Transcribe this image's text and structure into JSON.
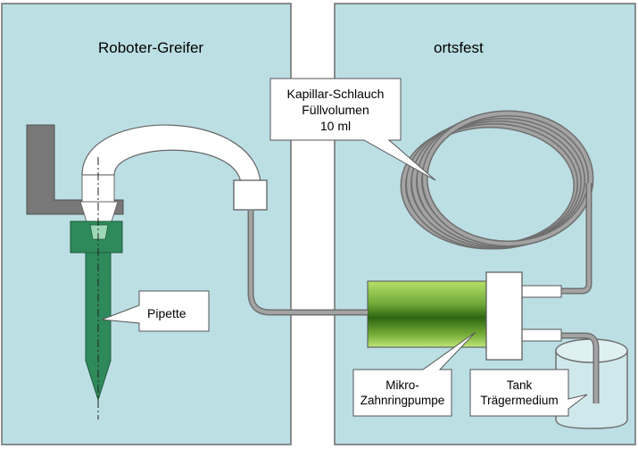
{
  "panels": {
    "left_title": "Roboter-Greifer",
    "right_title": "ortsfest"
  },
  "callouts": {
    "capillary": [
      "Kapillar-Schlauch",
      "Füllvolumen",
      "10 ml"
    ],
    "pipette": "Pipette",
    "pump": [
      "Mikro-",
      "Zahnringpumpe"
    ],
    "tank": [
      "Tank",
      "Trägermedium"
    ]
  },
  "colors": {
    "panel_fill": "#bcdfe4",
    "panel_stroke": "#6c6c6c",
    "tube": "#909090",
    "tube_dark": "#6f6f6f",
    "gripper": "#787878",
    "pipette_green": "#2f8a5b",
    "pump_light": "#b9e36d",
    "pump_dark": "#2f6a12"
  }
}
